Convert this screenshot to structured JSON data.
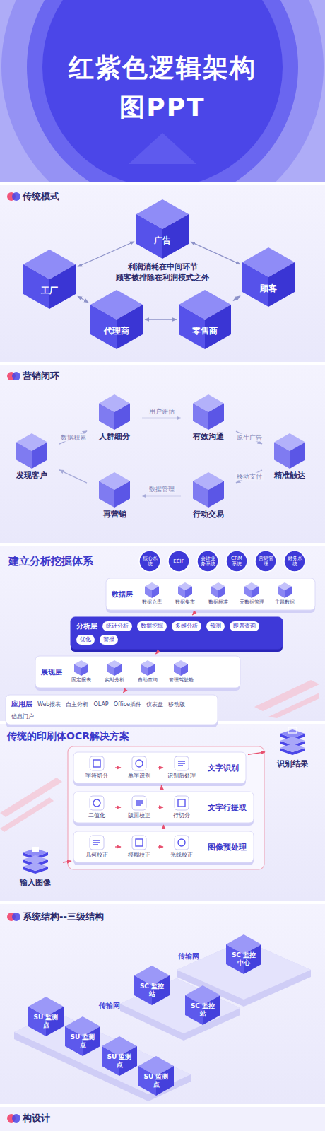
{
  "diagram": {
    "title": "红紫色逻辑架构图PPT",
    "nodes": [
      {
        "text": [
          "广告"
        ]
      },
      {
        "text": [
          "工厂"
        ]
      },
      {
        "text": [
          "顾客"
        ]
      },
      {
        "text": [
          "代理商"
        ]
      },
      {
        "text": [
          "零售商"
        ]
      },
      {
        "text": [
          "人群细分"
        ]
      },
      {
        "text": [
          "有效沟通"
        ]
      },
      {
        "text": [
          "发现客户"
        ]
      },
      {
        "text": [
          "精准触达"
        ]
      },
      {
        "text": [
          "再营销"
        ]
      },
      {
        "text": [
          "行动交易"
        ]
      },
      {
        "text": [
          "核心系统"
        ]
      },
      {
        "text": [
          "ECIF"
        ]
      },
      {
        "text": [
          "会计业务系统"
        ]
      },
      {
        "text": [
          "CRM系统"
        ]
      },
      {
        "text": [
          "营销管理"
        ]
      },
      {
        "text": [
          "财务系统"
        ]
      },
      {
        "text": [
          "数据层"
        ]
      },
      {
        "text": [
          "数据仓库"
        ],
        "in": 17
      },
      {
        "text": [
          "数据集市"
        ],
        "in": 17
      },
      {
        "text": [
          "数据标准"
        ],
        "in": 17
      },
      {
        "text": [
          "元数据管理"
        ],
        "in": 17
      },
      {
        "text": [
          "主题数据"
        ],
        "in": 17
      },
      {
        "text": [
          "分析层"
        ]
      },
      {
        "text": [
          "统计分析"
        ],
        "in": 23
      },
      {
        "text": [
          "数据挖掘"
        ],
        "in": 23
      },
      {
        "text": [
          "多维分析"
        ],
        "in": 23
      },
      {
        "text": [
          "预测"
        ],
        "in": 23
      },
      {
        "text": [
          "即席查询"
        ],
        "in": 23
      },
      {
        "text": [
          "优化"
        ],
        "in": 23
      },
      {
        "text": [
          "警报"
        ],
        "in": 23
      },
      {
        "text": [
          "展现层"
        ]
      },
      {
        "text": [
          "固定报表"
        ],
        "in": 31
      },
      {
        "text": [
          "实时分析"
        ],
        "in": 31
      },
      {
        "text": [
          "自助查询"
        ],
        "in": 31
      },
      {
        "text": [
          "管理驾驶舱"
        ],
        "in": 31
      },
      {
        "text": [
          "应用层",
          "Web报表",
          "自主分析",
          "OLAP",
          "Office插件",
          "仪表盘",
          "移动版",
          "信息门户"
        ]
      },
      {
        "text": [
          "识别结果"
        ]
      },
      {
        "text": [
          "文字识别"
        ]
      },
      {
        "text": [
          "字符切分"
        ],
        "in": 38
      },
      {
        "text": [
          "单字识别"
        ],
        "in": 38
      },
      {
        "text": [
          "识别后处理"
        ],
        "in": 38
      },
      {
        "text": [
          "文字行提取"
        ]
      },
      {
        "text": [
          "二值化"
        ],
        "in": 42
      },
      {
        "text": [
          "版面校正"
        ],
        "in": 42
      },
      {
        "text": [
          "行切分"
        ],
        "in": 42
      },
      {
        "text": [
          "图像预处理"
        ]
      },
      {
        "text": [
          "几何校正"
        ],
        "in": 46
      },
      {
        "text": [
          "模糊校正"
        ],
        "in": 46
      },
      {
        "text": [
          "光线校正"
        ],
        "in": 46
      },
      {
        "text": [
          "输入图像"
        ]
      },
      {
        "text": [
          "SC 监控中心"
        ]
      },
      {
        "text": [
          "SC 监控站"
        ]
      },
      {
        "text": [
          "SC 监控站"
        ]
      },
      {
        "text": [
          "SU 监测点"
        ]
      },
      {
        "text": [
          "SU 监测点"
        ]
      },
      {
        "text": [
          "SU 监测点"
        ]
      },
      {
        "text": [
          "SU 监测点"
        ]
      }
    ],
    "edges": [
      {
        "from": 0,
        "to": 1,
        "arrow": "both"
      },
      {
        "from": 0,
        "to": 2,
        "arrow": "both"
      },
      {
        "from": 1,
        "to": 3,
        "arrow": "both"
      },
      {
        "from": 3,
        "to": 4,
        "arrow": "both"
      },
      {
        "from": 4,
        "to": 2,
        "arrow": "both"
      },
      {
        "from": 7,
        "to": 5,
        "arrow": "to",
        "label": "数据积累"
      },
      {
        "from": 5,
        "to": 6,
        "arrow": "to",
        "label": "用户评估"
      },
      {
        "from": 6,
        "to": 8,
        "arrow": "to",
        "label": "原生广告"
      },
      {
        "from": 8,
        "to": 10,
        "arrow": "to",
        "label": "移动支付"
      },
      {
        "from": 10,
        "to": 9,
        "arrow": "to",
        "label": "数据管理"
      },
      {
        "from": 9,
        "to": 7,
        "arrow": "to"
      },
      {
        "from": 17,
        "to": 23,
        "arrow": "to"
      },
      {
        "from": 23,
        "to": 31,
        "arrow": "to"
      },
      {
        "from": 31,
        "to": 36,
        "arrow": "to"
      },
      {
        "from": 50,
        "to": 46,
        "arrow": "to"
      },
      {
        "from": 47,
        "to": 48,
        "arrow": "to"
      },
      {
        "from": 48,
        "to": 49,
        "arrow": "to"
      },
      {
        "from": 46,
        "to": 42,
        "arrow": "to"
      },
      {
        "from": 43,
        "to": 44,
        "arrow": "to"
      },
      {
        "from": 44,
        "to": 45,
        "arrow": "to"
      },
      {
        "from": 42,
        "to": 38,
        "arrow": "to"
      },
      {
        "from": 39,
        "to": 40,
        "arrow": "to"
      },
      {
        "from": 40,
        "to": 41,
        "arrow": "to"
      },
      {
        "from": 38,
        "to": 37,
        "arrow": "to"
      }
    ],
    "labels": [
      "传统模式",
      "利润消耗在中间环节",
      "顾客被排除在利润模式之外",
      "营销闭环",
      "建立分析挖掘体系",
      "传统的印刷体OCR解决方案",
      "系统结构--三级结构",
      "传输网",
      "传输网",
      "构设计"
    ]
  }
}
